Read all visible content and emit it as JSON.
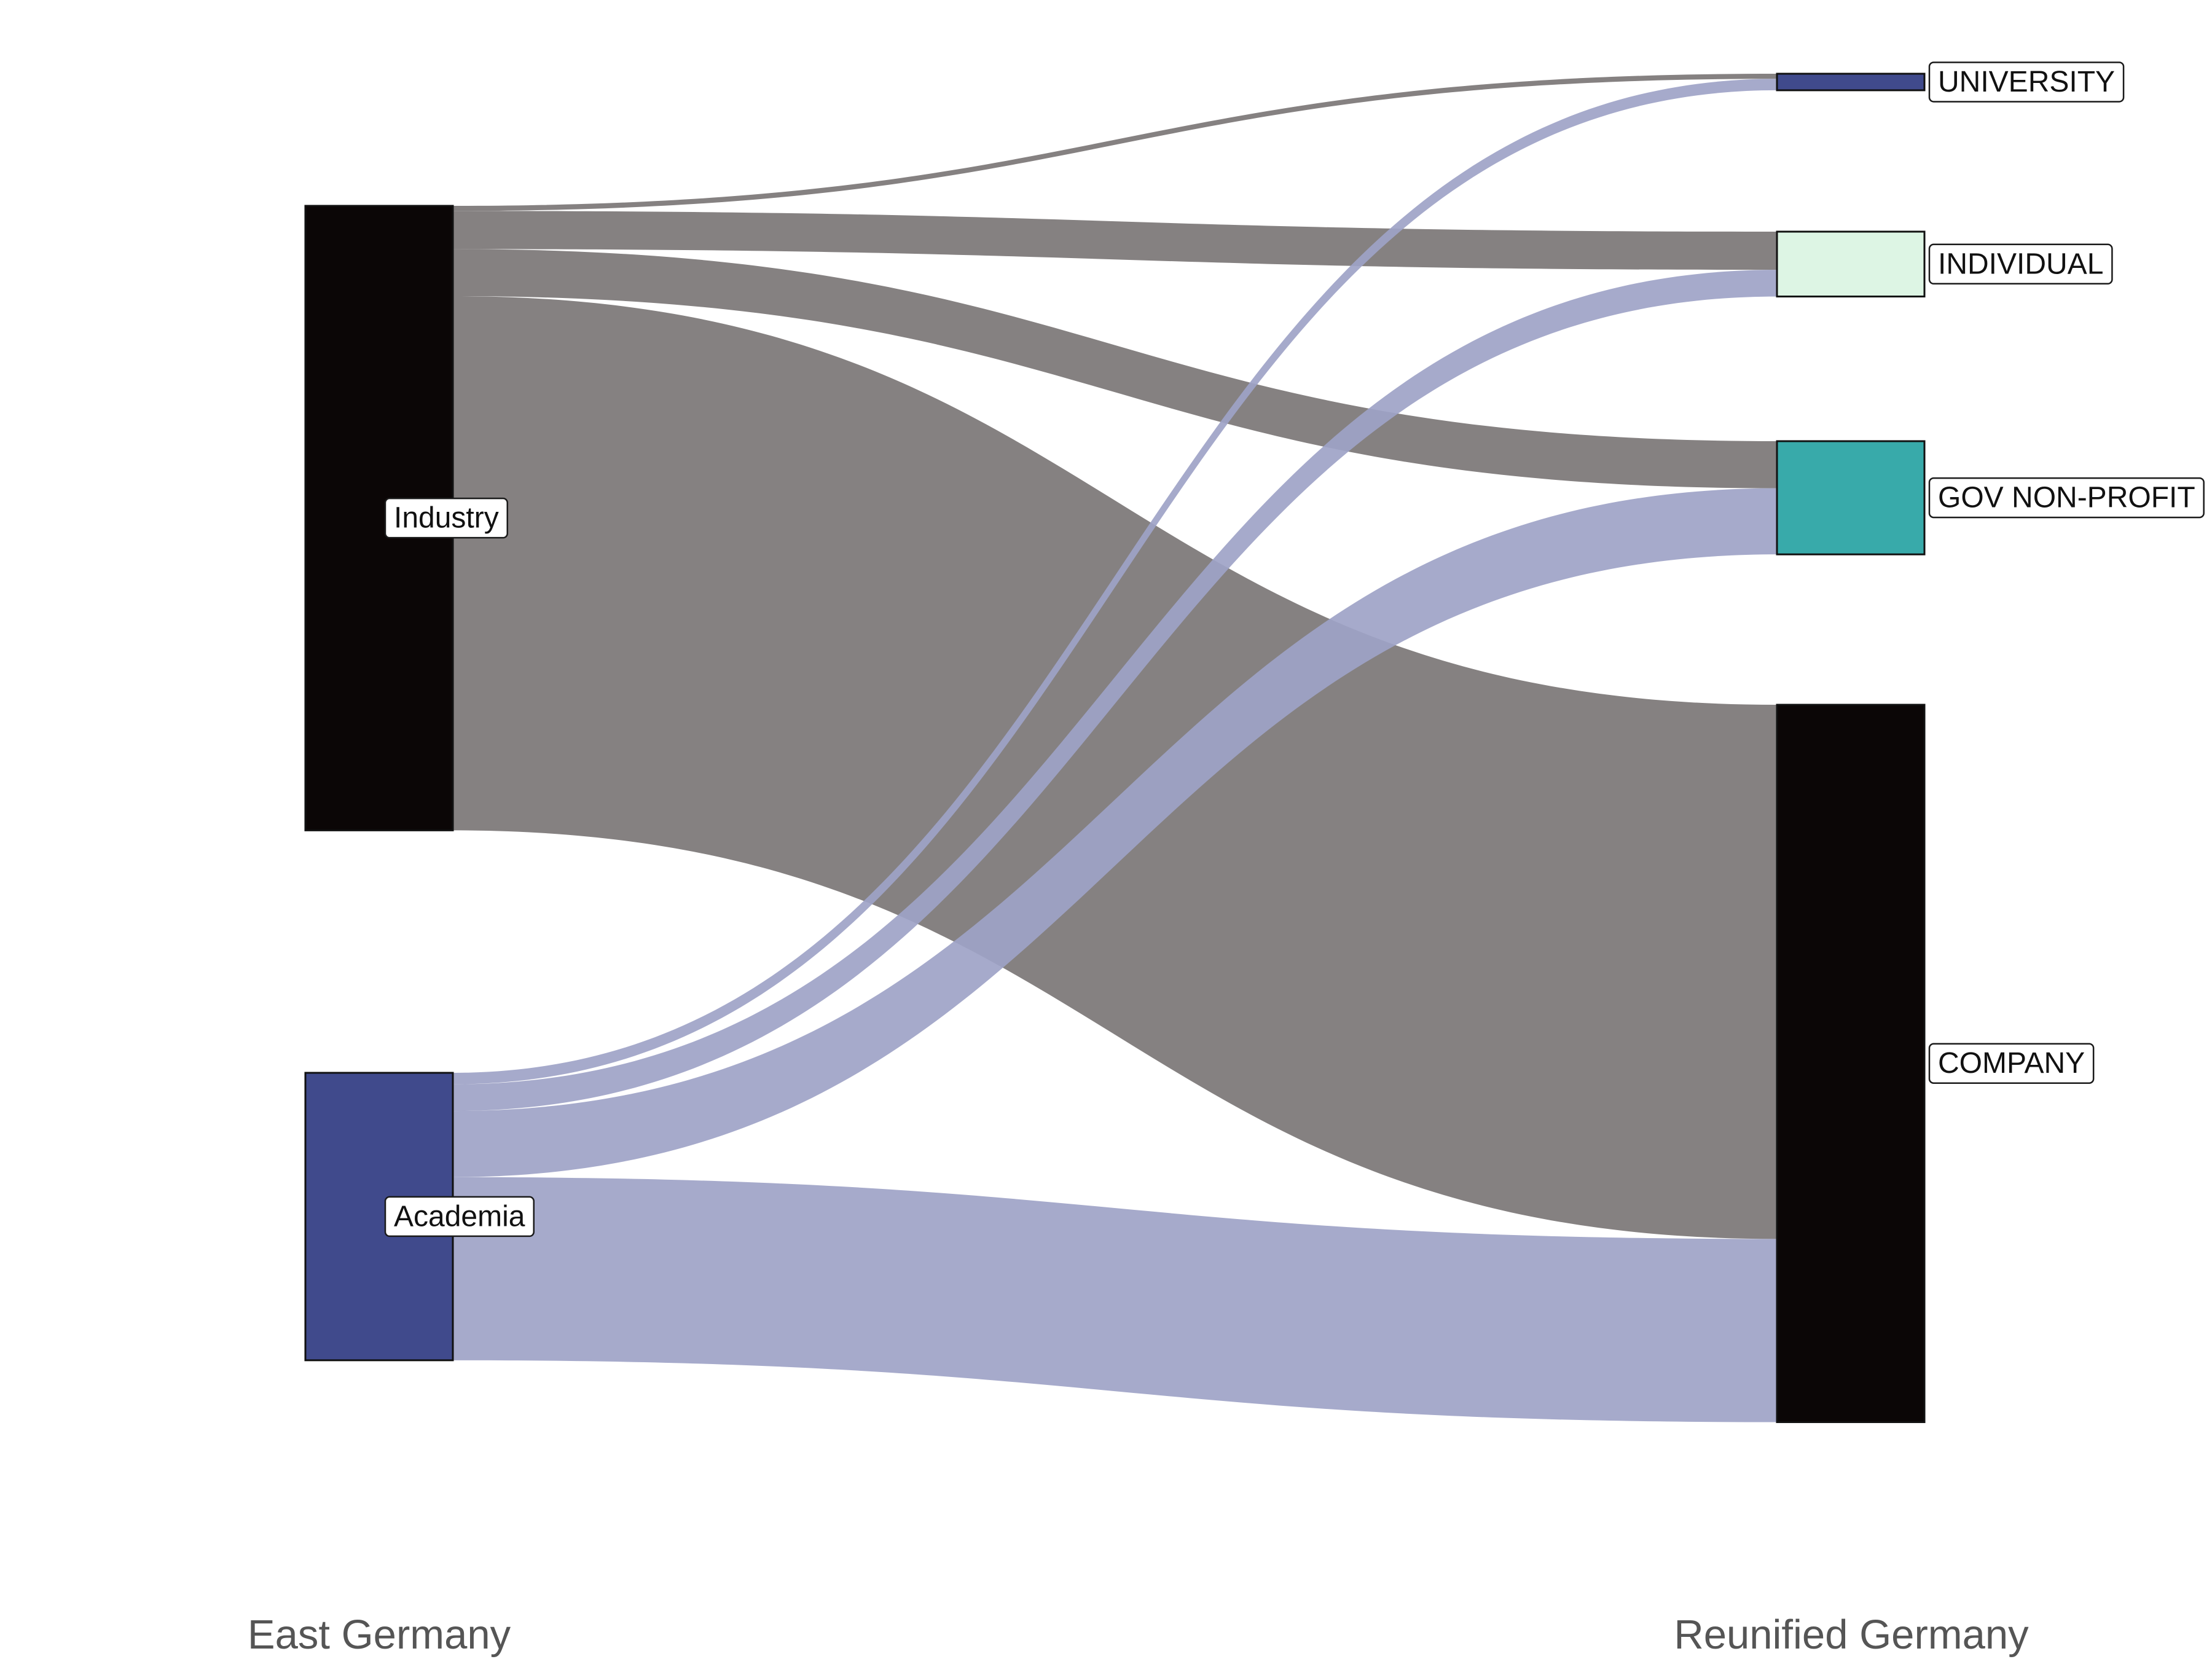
{
  "diagram": {
    "type": "sankey",
    "columns": [
      {
        "id": "left",
        "label": "East Germany"
      },
      {
        "id": "right",
        "label": "Reunified Germany"
      }
    ],
    "nodes": [
      {
        "id": "industry",
        "label": "Industry",
        "column": "left",
        "color": "#0b0606"
      },
      {
        "id": "academia",
        "label": "Academia",
        "column": "left",
        "color": "#404a8c"
      },
      {
        "id": "university",
        "label": "UNIVERSITY",
        "column": "right",
        "color": "#404a8c"
      },
      {
        "id": "individual",
        "label": "INDIVIDUAL",
        "column": "right",
        "color": "#ddf5e4"
      },
      {
        "id": "gov",
        "label": "GOV NON-PROFIT",
        "column": "right",
        "color": "#38aaaa"
      },
      {
        "id": "company",
        "label": "COMPANY",
        "column": "right",
        "color": "#0b0606"
      }
    ],
    "flows": [
      {
        "source": "industry",
        "target": "university",
        "value": 4,
        "color": "#858181"
      },
      {
        "source": "industry",
        "target": "individual",
        "value": 30
      },
      {
        "source": "industry",
        "target": "gov",
        "value": 37
      },
      {
        "source": "industry",
        "target": "company",
        "value": 420
      },
      {
        "source": "academia",
        "target": "university",
        "value": 9,
        "color": "#9ea3c7"
      },
      {
        "source": "academia",
        "target": "individual",
        "value": 21
      },
      {
        "source": "academia",
        "target": "gov",
        "value": 52
      },
      {
        "source": "academia",
        "target": "company",
        "value": 144
      }
    ]
  }
}
